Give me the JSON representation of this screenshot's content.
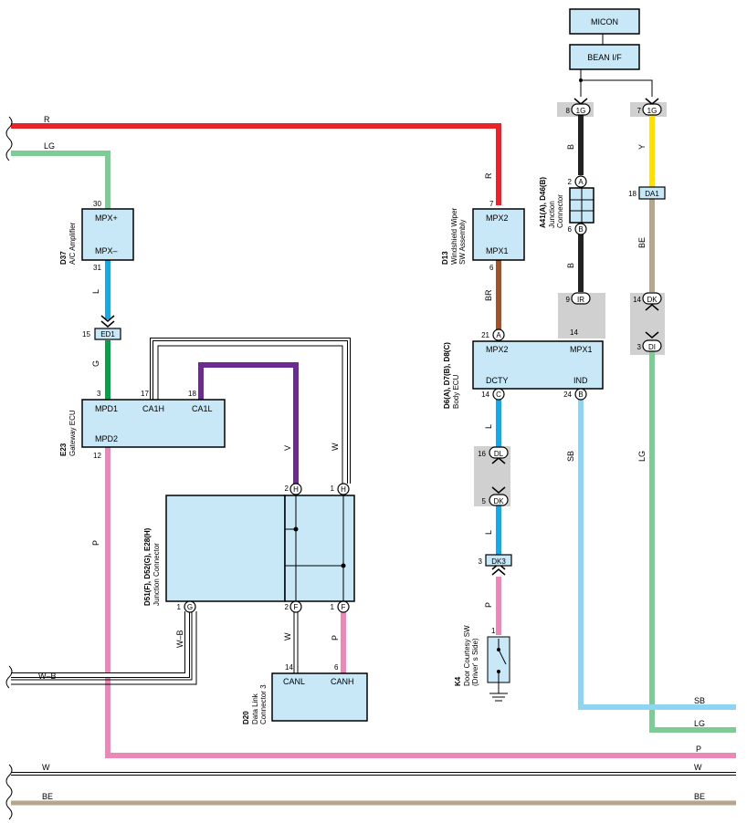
{
  "colors": {
    "R": "#e8232a",
    "LG": "#7ecb96",
    "L": "#1aa8e4",
    "G": "#0aa04a",
    "V": "#6a2c91",
    "P": "#ec88b8",
    "BR": "#a0522d",
    "B": "#222222",
    "Y": "#ffe000",
    "BE": "#b5a68e",
    "SB": "#8fd4f2",
    "W": "#ffffff",
    "box_fill": "#c8e8f8",
    "shade": "#d0d0d0"
  },
  "wire_labels": {
    "R": "R",
    "LG": "LG",
    "L": "L",
    "G": "G",
    "V": "V",
    "W": "W",
    "P": "P",
    "WB": "W–B",
    "BR": "BR",
    "B": "B",
    "Y": "Y",
    "BE": "BE",
    "SB": "SB"
  },
  "components": {
    "micon": {
      "label": "MICON"
    },
    "bean": {
      "label": "BEAN I/F"
    },
    "d37": {
      "code": "D37",
      "name": "A/C Amplifier",
      "mpxp": "MPX+",
      "mpxm": "MPX–",
      "pin_top": "30",
      "pin_bot": "31"
    },
    "ed1": {
      "label": "ED1",
      "pin": "15"
    },
    "e23": {
      "code": "E23",
      "name": "Gateway ECU",
      "mpd1": "MPD1",
      "ca1h": "CA1H",
      "ca1l": "CA1L",
      "mpd2": "MPD2",
      "pin3": "3",
      "pin17": "17",
      "pin18": "18",
      "pin12": "12"
    },
    "jc": {
      "code": "D51(F), D52(G), E28(H)",
      "name": "Junction Connector",
      "pin2h": "2",
      "pin1h": "1",
      "h": "H",
      "pin1g": "1",
      "g": "G",
      "pin2f": "2",
      "pin1f": "1",
      "f": "F"
    },
    "d20": {
      "code": "D20",
      "name1": "Data Link",
      "name2": "Connector 3",
      "canl": "CANL",
      "canh": "CANH",
      "pin14": "14",
      "pin6": "6"
    },
    "d13": {
      "code": "D13",
      "name1": "Windshield Wiper",
      "name2": "SW Assembly",
      "mpx2": "MPX2",
      "mpx1": "MPX1",
      "pin7": "7",
      "pin6": "6"
    },
    "a41": {
      "code": "A41(A), D46(B)",
      "name1": "Junction",
      "name2": "Connector",
      "a": "A",
      "b": "B",
      "pin2": "2",
      "pin6": "6"
    },
    "body": {
      "code": "D6(A), D7(B), D8(C)",
      "name": "Body ECU",
      "mpx2": "MPX2",
      "mpx1": "MPX1",
      "dcty": "DCTY",
      "ind": "IND",
      "pin21": "21",
      "a": "A",
      "pin14": "14",
      "c": "C",
      "pin24": "24",
      "b": "B",
      "pin14top": "14"
    },
    "conn": {
      "g1_pin": "8",
      "g1": "1G",
      "g2_pin": "7",
      "g2": "1G",
      "ir_pin": "9",
      "ir": "IR",
      "dk1_pin": "14",
      "dk1": "DK",
      "di_pin": "3",
      "di": "DI",
      "da1_pin": "18",
      "da1": "DA1",
      "dl_pin": "16",
      "dl": "DL",
      "dk2_pin": "5",
      "dk2": "DK",
      "dk3_pin": "3",
      "dk3": "DK3"
    },
    "k4": {
      "code": "K4",
      "name1": "Door Courtesy SW",
      "name2": "(Driver' s Side)",
      "pin1": "1"
    }
  }
}
